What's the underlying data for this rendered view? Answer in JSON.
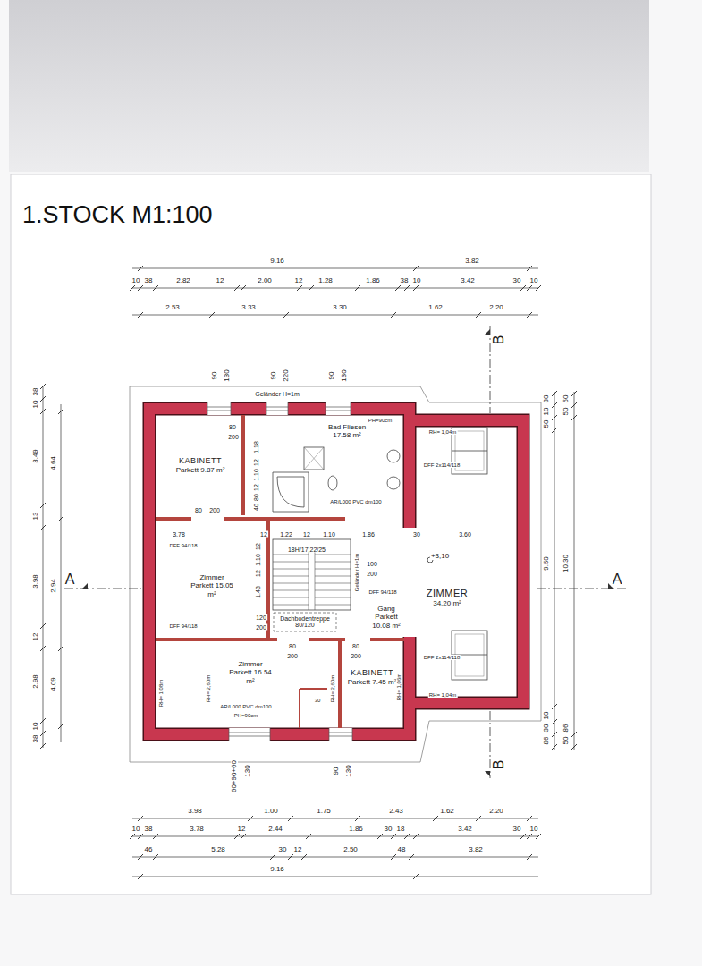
{
  "diagram": {
    "title": "1.STOCK M1:100",
    "nodes": [
      {
        "text": [
          "KABINETT",
          "Parkett 9.87 m²"
        ]
      },
      {
        "text": [
          "Bad Fliesen 17.58 m²"
        ]
      },
      {
        "text": [
          "Zimmer Parkett 15.05 m²"
        ]
      },
      {
        "text": [
          "Gang Parkett 10.08 m²"
        ]
      },
      {
        "text": [
          "ZIMMER",
          "34.20 m²"
        ]
      },
      {
        "text": [
          "Zimmer Parkett 16.54 m²"
        ]
      },
      {
        "text": [
          "KABINETT",
          "Parkett 7.45 m²"
        ]
      }
    ],
    "labels": [
      "9.16",
      "3.82",
      "10",
      "38",
      "2.82",
      "12",
      "2.00",
      "12",
      "1.28",
      "1.86",
      "38",
      "10",
      "3.42",
      "30",
      "10",
      "2.53",
      "3.33",
      "3.30",
      "1.62",
      "2.20",
      "90",
      "130",
      "90",
      "220",
      "90",
      "130",
      "Geländer H=1m",
      "3.98",
      "1.00",
      "1.75",
      "2.43",
      "1.62",
      "2.20",
      "10",
      "38",
      "3.78",
      "12",
      "2.44",
      "1.86",
      "30",
      "18",
      "3.42",
      "30",
      "10",
      "46",
      "5.28",
      "30",
      "12",
      "2.50",
      "48",
      "3.82",
      "9.16",
      "60+90+60",
      "130",
      "90",
      "130",
      "38",
      "10",
      "3.49",
      "13",
      "3.98",
      "12",
      "2.98",
      "10",
      "38",
      "4.64",
      "2.94",
      "4.09",
      "30",
      "10",
      "50",
      "9.50",
      "10",
      "30",
      "86",
      "50",
      "50",
      "10.30",
      "86",
      "50",
      "A",
      "A",
      "B",
      "B",
      "80",
      "200",
      "1.18",
      "12",
      "1.10",
      "12",
      "80",
      "40",
      "PH=90cm",
      "AR/L000 PVC dm100",
      "80",
      "200",
      "3.78",
      "12",
      "1.22",
      "12",
      "1.10",
      "1.86",
      "30",
      "3.60",
      "18H/17,22/25",
      "Geländer H=1m",
      "12",
      "1.10",
      "12",
      "1.43",
      "120",
      "200",
      "Dachbodentreppe 80/120",
      "80",
      "200",
      "80",
      "200",
      "100",
      "200",
      "+3,10",
      "DFF 94/118",
      "DFF 94/118",
      "DFF 94/118",
      "RH= 1,04m",
      "RH= 1,04m",
      "DFF 2x114/118",
      "DFF 2x114/118",
      "RH= 1,08m",
      "RH= 2,60m",
      "RH= 2,60m",
      "RH= 1,06m",
      "AR/L000 PVC dm100",
      "PH=90cm",
      "30"
    ]
  }
}
